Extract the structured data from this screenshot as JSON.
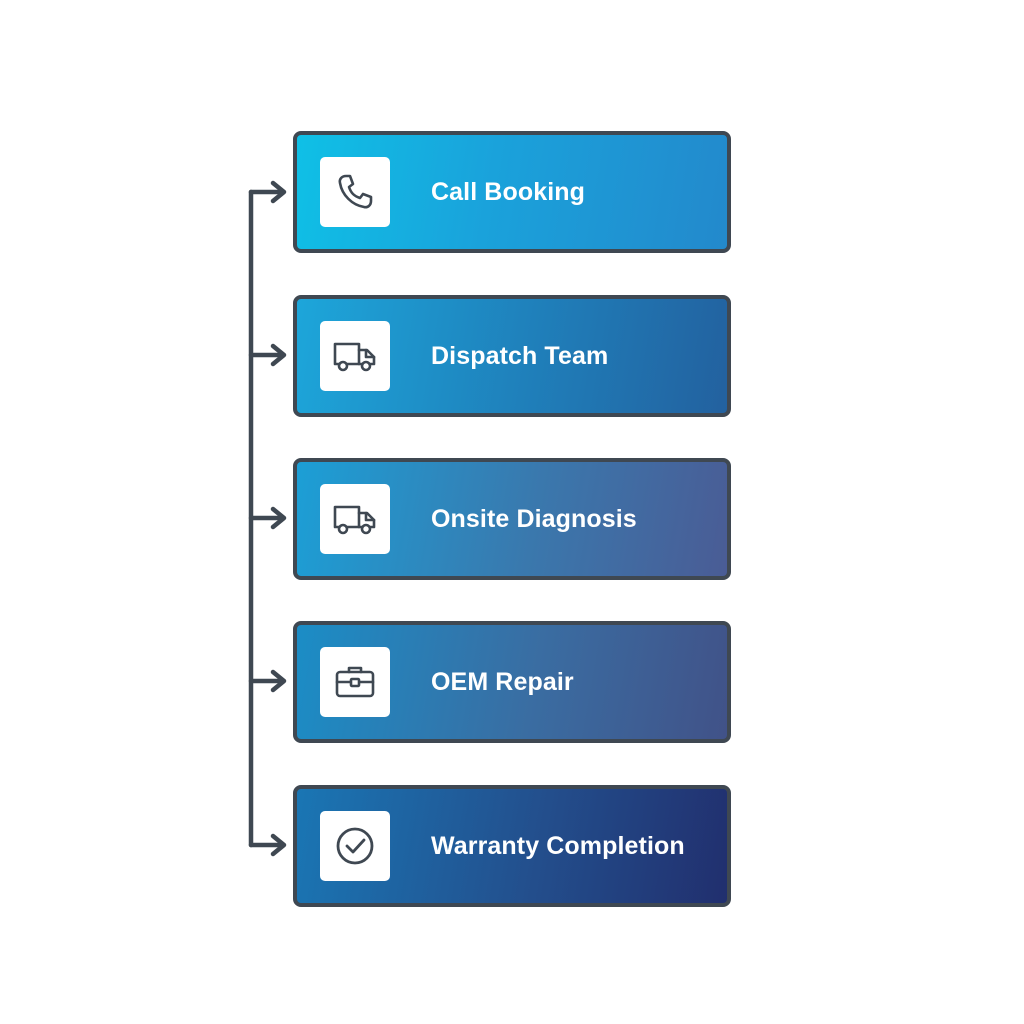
{
  "steps": [
    {
      "label": "Call Booking",
      "icon": "phone-icon"
    },
    {
      "label": "Dispatch Team",
      "icon": "truck-icon"
    },
    {
      "label": "Onsite Diagnosis",
      "icon": "truck-icon"
    },
    {
      "label": "OEM Repair",
      "icon": "toolbox-icon"
    },
    {
      "label": "Warranty Completion",
      "icon": "check-circle-icon"
    }
  ],
  "colors": {
    "connector": "#3f4852",
    "icon_stroke": "#3f4852",
    "box_border": "#3f4852",
    "text": "#ffffff"
  }
}
